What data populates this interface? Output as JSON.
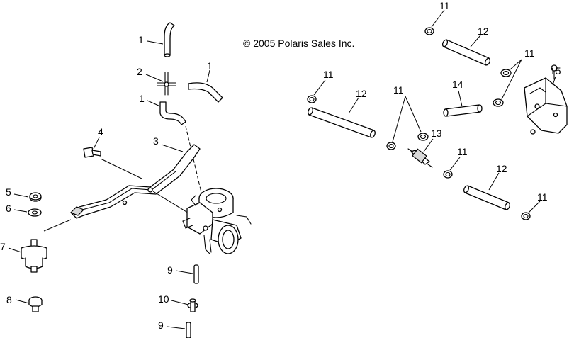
{
  "copyright": "© 2005 Polaris Sales Inc.",
  "callouts": {
    "c1a": "1",
    "c1b": "1",
    "c1c": "1",
    "c2": "2",
    "c3": "3",
    "c4": "4",
    "c5": "5",
    "c6": "6",
    "c7": "7",
    "c8": "8",
    "c9a": "9",
    "c9b": "9",
    "c10": "10",
    "c11a": "11",
    "c11b": "11",
    "c11c": "11",
    "c11d": "11",
    "c11e": "11",
    "c11f": "11",
    "c12a": "12",
    "c12b": "12",
    "c12c": "12",
    "c13": "13",
    "c14": "14",
    "c15": "15"
  }
}
